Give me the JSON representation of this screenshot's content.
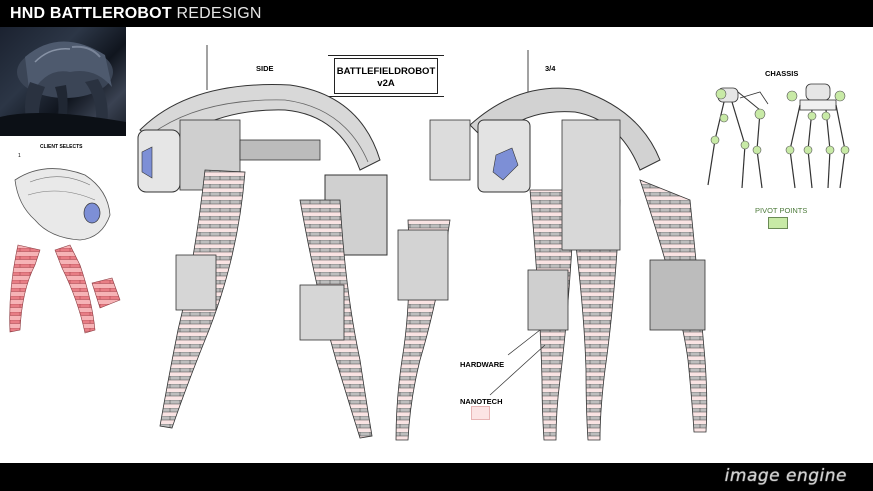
{
  "header": {
    "title_bold": "HND BATTLEROBOT",
    "title_light": "REDESIGN"
  },
  "footer": {
    "logo_text": "image engine"
  },
  "labels": {
    "side": "SIDE",
    "three_quarter": "3/4",
    "chassis": "CHASSIS",
    "pivot_points": "PIVOT POINTS",
    "hardware": "HARDWARE",
    "nanotech": "NANOTECH",
    "client_selects": "CLIENT SELECTS",
    "client_selects_index": "1"
  },
  "title_box": {
    "line1": "BATTLEFIELDROBOT",
    "line2": "v2A"
  },
  "colors": {
    "pivot_swatch": "#c8eaa6",
    "nanotech_swatch": "#fce4e4",
    "topbar": "#000000",
    "visor": "#7d8fd6",
    "nanotech_pink": "#f3a0a6"
  }
}
